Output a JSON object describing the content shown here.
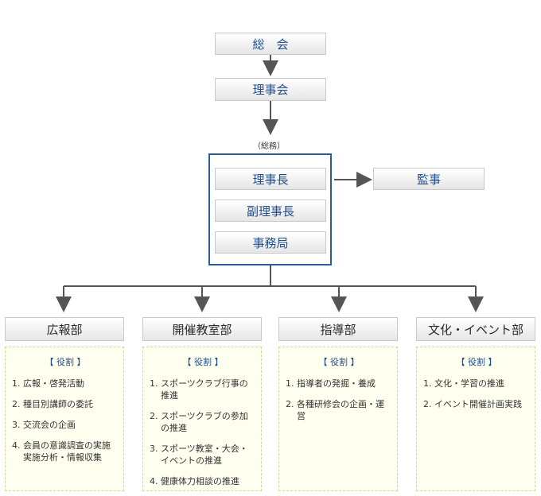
{
  "nodes": {
    "sokai": "総　会",
    "rijikai": "理事会",
    "somu_note": "（総務）",
    "rijicho": "理事長",
    "fukurijicho": "副理事長",
    "jimukyoku": "事務局",
    "kanji": "監事"
  },
  "departments": [
    {
      "name": "広報部",
      "role_title": "【 役割 】",
      "items": [
        {
          "n": "1.",
          "t": "広報・啓発活動"
        },
        {
          "n": "2.",
          "t": "種目別講師の委託"
        },
        {
          "n": "3.",
          "t": "交流会の企画"
        },
        {
          "n": "4.",
          "t": "会員の意識調査の実施実施分析・情報収集"
        }
      ]
    },
    {
      "name": "開催教室部",
      "role_title": "【 役割 】",
      "items": [
        {
          "n": "1.",
          "t": "スポーツクラブ行事の推進"
        },
        {
          "n": "2.",
          "t": "スポーツクラブの参加の推進"
        },
        {
          "n": "3.",
          "t": "スポーツ教室・大会・イベントの推進"
        },
        {
          "n": "4.",
          "t": "健康体力相談の推進"
        }
      ]
    },
    {
      "name": "指導部",
      "role_title": "【 役割 】",
      "items": [
        {
          "n": "1.",
          "t": "指導者の発掘・養成"
        },
        {
          "n": "2.",
          "t": "各種研修会の企画・運営"
        }
      ]
    },
    {
      "name": "文化・イベント部",
      "role_title": "【 役割 】",
      "items": [
        {
          "n": "1.",
          "t": "文化・学習の推進"
        },
        {
          "n": "2.",
          "t": "イベント開催計画実践"
        }
      ]
    }
  ]
}
